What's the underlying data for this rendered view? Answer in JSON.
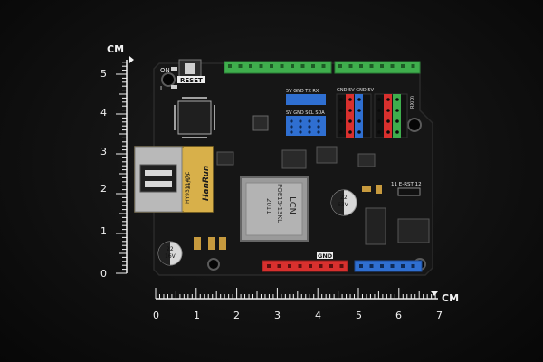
{
  "ruler": {
    "unit": "CM",
    "vertical_ticks": [
      "0",
      "1",
      "2",
      "3",
      "4",
      "5"
    ],
    "horizontal_ticks": [
      "0",
      "1",
      "2",
      "3",
      "4",
      "5",
      "6",
      "7"
    ]
  },
  "board": {
    "reset_label": "RESET",
    "on_label": "ON",
    "l_label": "L",
    "rj45_brand": "HanRun",
    "rj45_model": "HY931147C",
    "rj45_date": "21/10",
    "transformer_brand": "LCN",
    "transformer_model": "POE15-13KL",
    "transformer_year": "2011",
    "cap_top_value": "22",
    "cap_top_voltage": "63V",
    "cap_bottom_value": "22",
    "cap_bottom_voltage": "16V",
    "header_labels_top": [
      "SV",
      "GND",
      "SCL",
      "SDA"
    ],
    "xbee_labels": [
      "5V",
      "GND",
      "TX",
      "RX"
    ],
    "right_header_labels": [
      "GND",
      "5V",
      "GND",
      "5V"
    ],
    "ersst_label": "11 E-RST 12",
    "gnd_label": "GND",
    "rx_label": "RX(0)"
  }
}
